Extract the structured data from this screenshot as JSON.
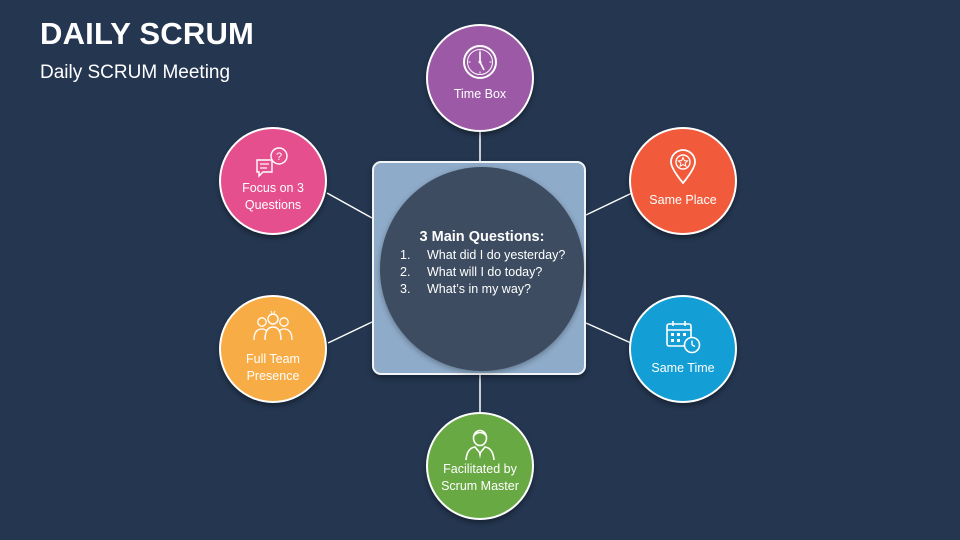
{
  "title": "DAILY SCRUM",
  "subtitle": "Daily SCRUM Meeting",
  "center": {
    "heading": "3 Main Questions:",
    "questions": [
      {
        "num": "1.",
        "text": "What did I do yesterday?"
      },
      {
        "num": "2.",
        "text": "What will I do today?"
      },
      {
        "num": "3.",
        "text": "What’s in my way?"
      }
    ]
  },
  "nodes": {
    "time_box": {
      "label": "Time Box",
      "color": "#9b59a6",
      "icon": "clock-icon"
    },
    "same_place": {
      "label": "Same Place",
      "color": "#f15a3b",
      "icon": "location-pin-icon"
    },
    "same_time": {
      "label": "Same Time",
      "color": "#139ed6",
      "icon": "calendar-clock-icon"
    },
    "facilitated": {
      "label": "Facilitated by\nScrum Master",
      "color": "#69a944",
      "icon": "scrum-master-icon"
    },
    "full_team": {
      "label": "Full Team\nPresence",
      "color": "#f7ac45",
      "icon": "team-icon"
    },
    "focus": {
      "label": "Focus on 3\nQuestions",
      "color": "#e54f8d",
      "icon": "chat-question-icon"
    }
  },
  "colors": {
    "background": "#243650",
    "center_box": "#8eabc9",
    "center_circle": "#3d4c60"
  }
}
